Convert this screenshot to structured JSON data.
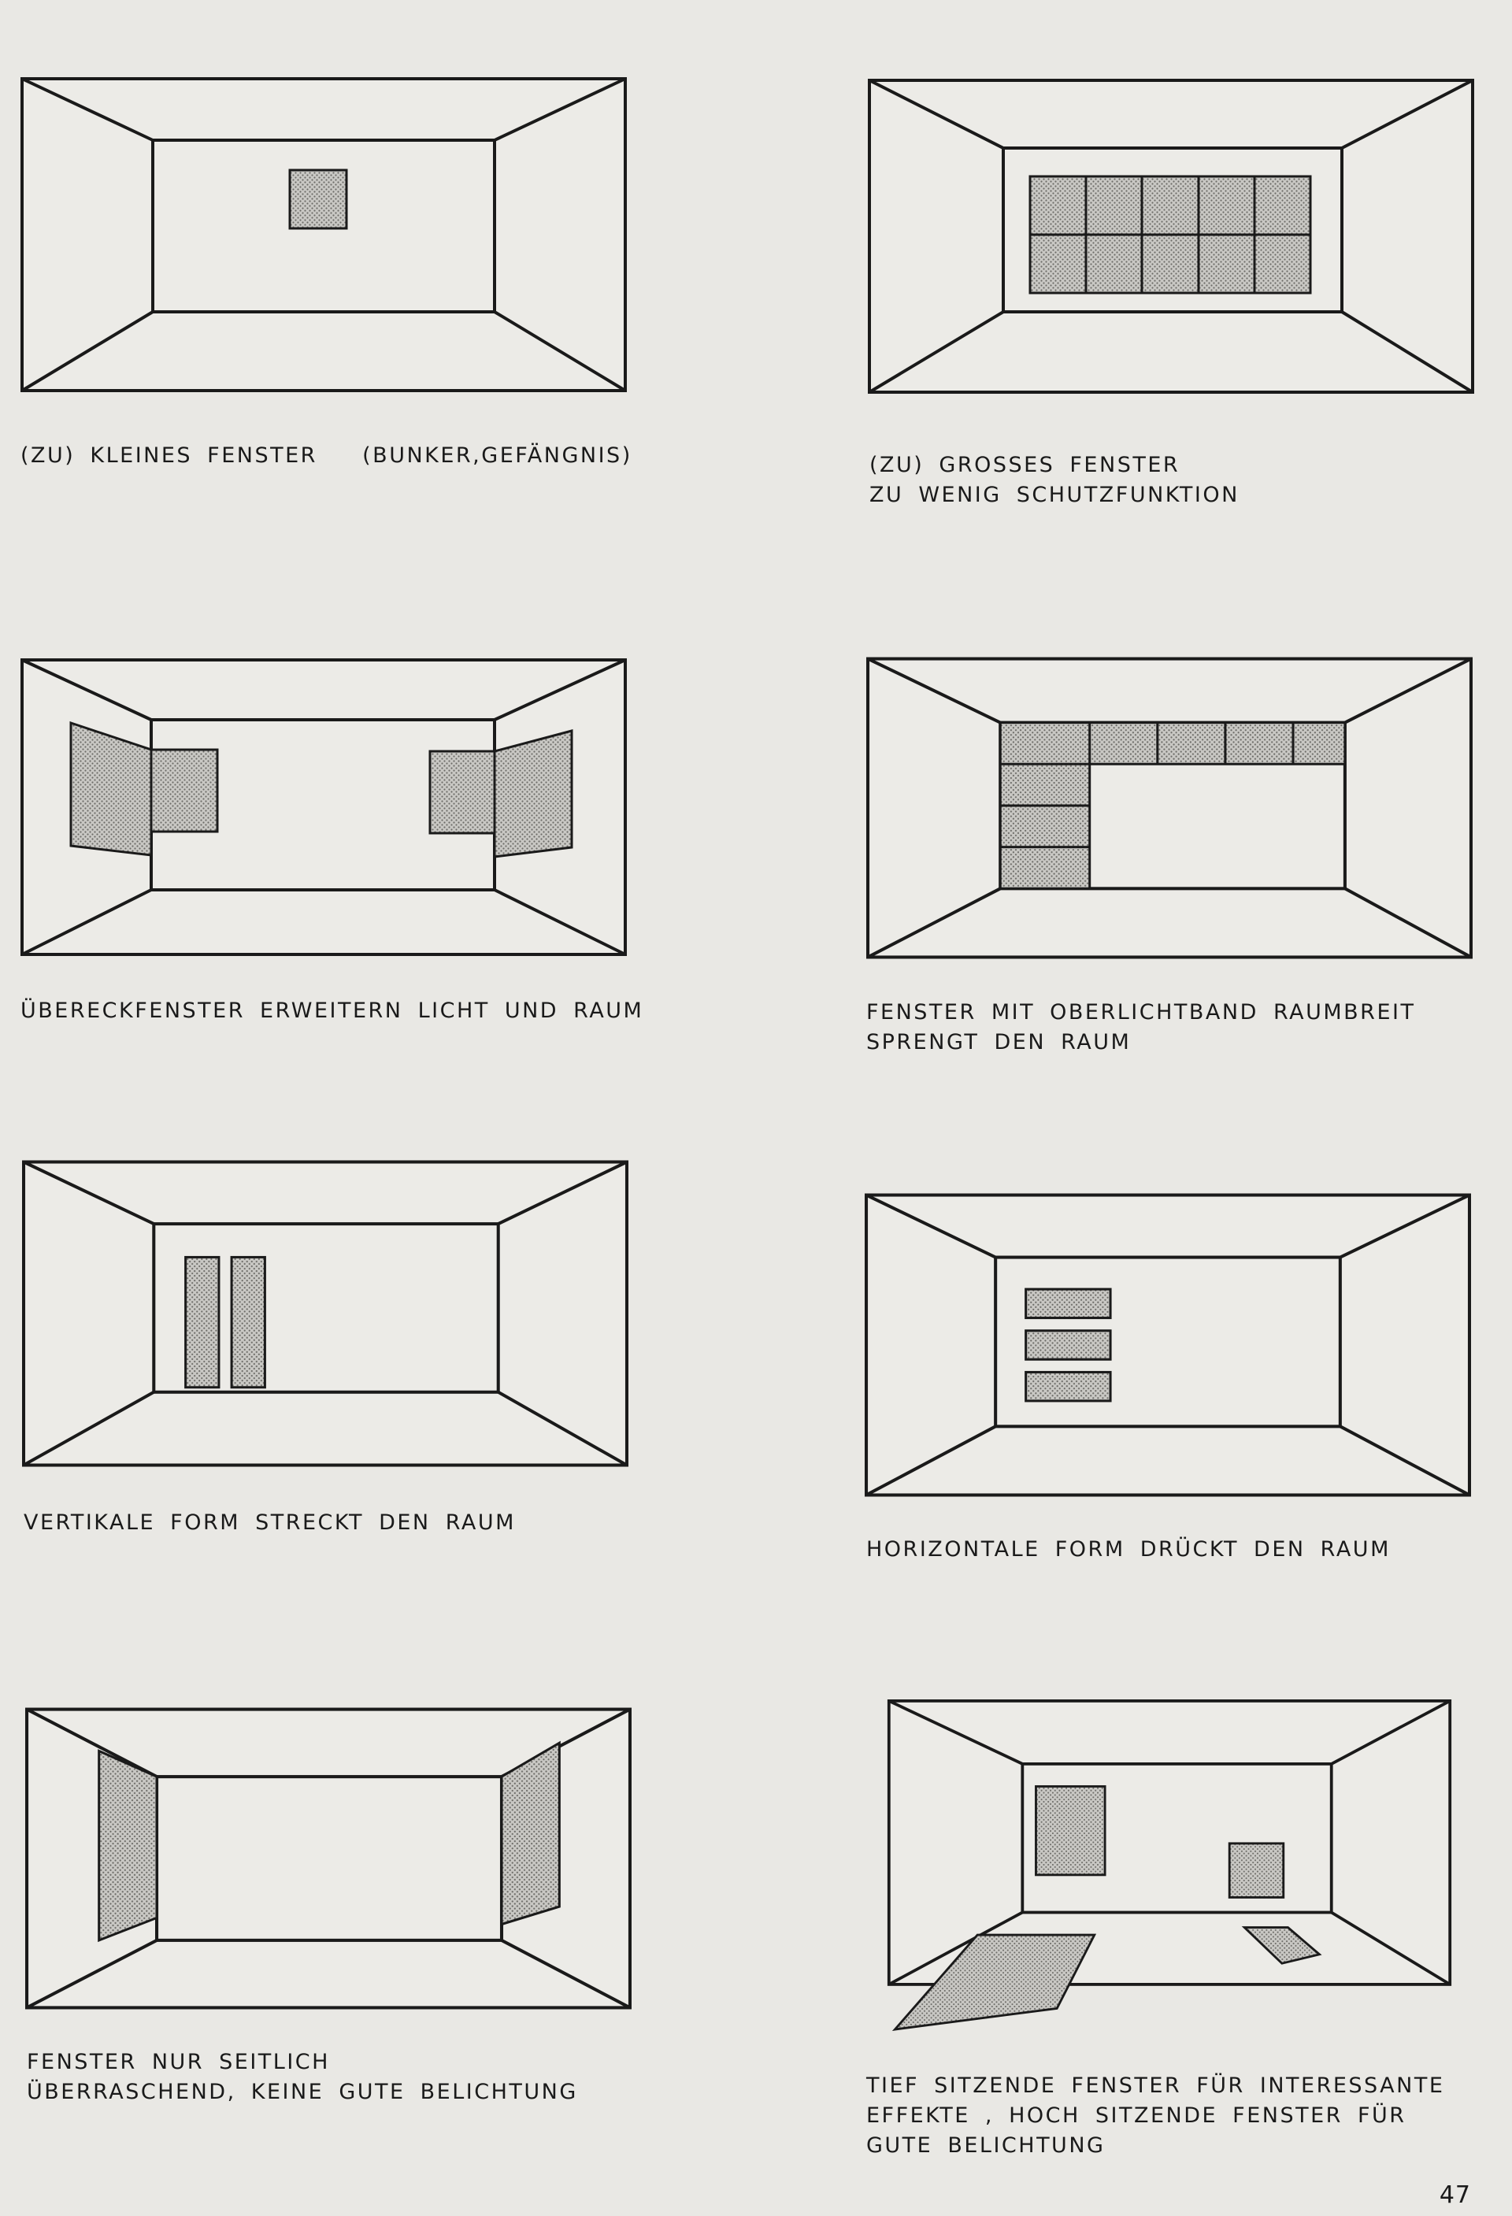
{
  "page_number": "47",
  "panels": [
    {
      "caption_lines": [
        "(ZU) KLEINES FENSTER   (BUNKER,GEFÄNGNIS)"
      ]
    },
    {
      "caption_lines": [
        "(ZU) GROSSES FENSTER",
        "ZU WENIG SCHUTZFUNKTION"
      ]
    },
    {
      "caption_lines": [
        "ÜBERECKFENSTER ERWEITERN LICHT UND RAUM"
      ]
    },
    {
      "caption_lines": [
        "FENSTER MIT OBERLICHTBAND RAUMBREIT",
        "SPRENGT DEN RAUM"
      ]
    },
    {
      "caption_lines": [
        "VERTIKALE FORM STRECKT DEN RAUM"
      ]
    },
    {
      "caption_lines": [
        "HORIZONTALE FORM DRÜCKT DEN RAUM"
      ]
    },
    {
      "caption_lines": [
        "FENSTER NUR SEITLICH",
        "ÜBERRASCHEND, KEINE GUTE BELICHTUNG"
      ]
    },
    {
      "caption_lines": [
        "TIEF SITZENDE FENSTER FÜR INTERESSANTE",
        "EFFEKTE , HOCH SITZENDE FENSTER FÜR",
        "GUTE BELICHTUNG"
      ]
    }
  ]
}
